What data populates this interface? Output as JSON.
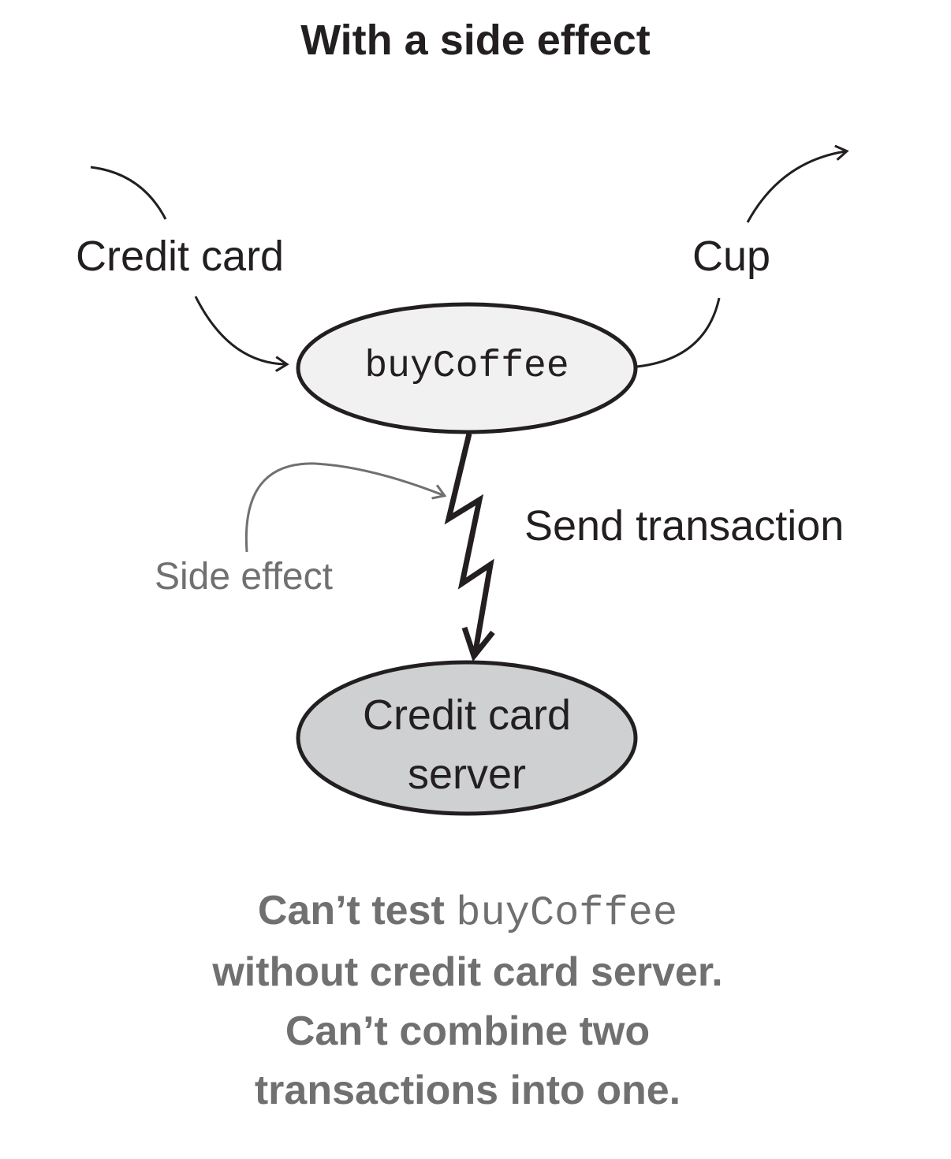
{
  "title": "With a side effect",
  "labels": {
    "input": "Credit card",
    "output": "Cup",
    "function": "buyCoffee",
    "side_effect": "Side effect",
    "action": "Send transaction",
    "server_line1": "Credit card",
    "server_line2": "server"
  },
  "caption": {
    "line1_prefix": "Can’t test ",
    "line1_code": "buyCoffee",
    "line2": "without credit card server.",
    "line3": "Can’t combine two",
    "line4": "transactions into one."
  },
  "colors": {
    "function_fill": "#f1f1f1",
    "server_fill": "#cfd0d2",
    "gray_text": "#707070",
    "ink": "#231f20"
  }
}
